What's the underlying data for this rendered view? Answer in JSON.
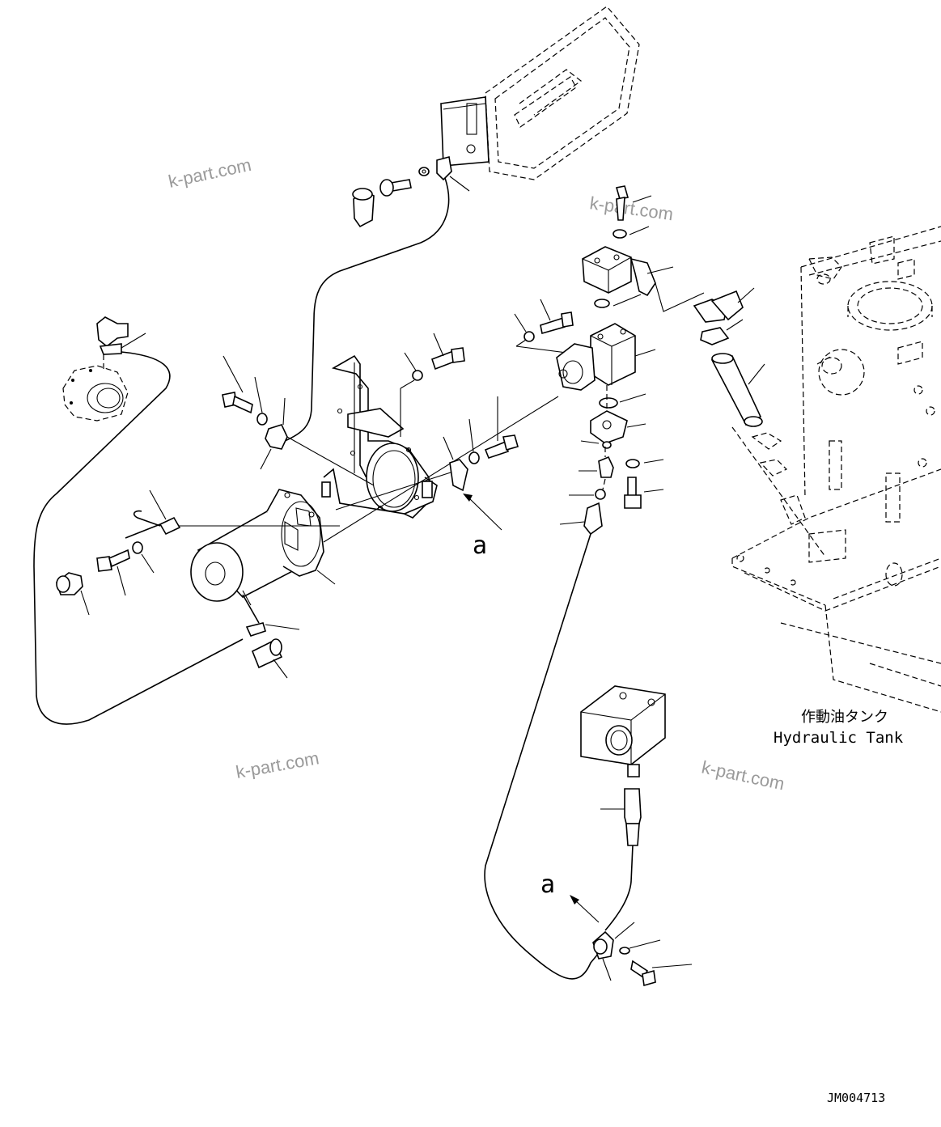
{
  "watermarks": [
    "k-part.com",
    "k-part.com",
    "k-part.com",
    "k-part.com"
  ],
  "callout_letters": [
    "a",
    "a"
  ],
  "tank_label_jp": "作動油タンク",
  "tank_label_en": "Hydraulic Tank",
  "figure_id": "JM004713"
}
